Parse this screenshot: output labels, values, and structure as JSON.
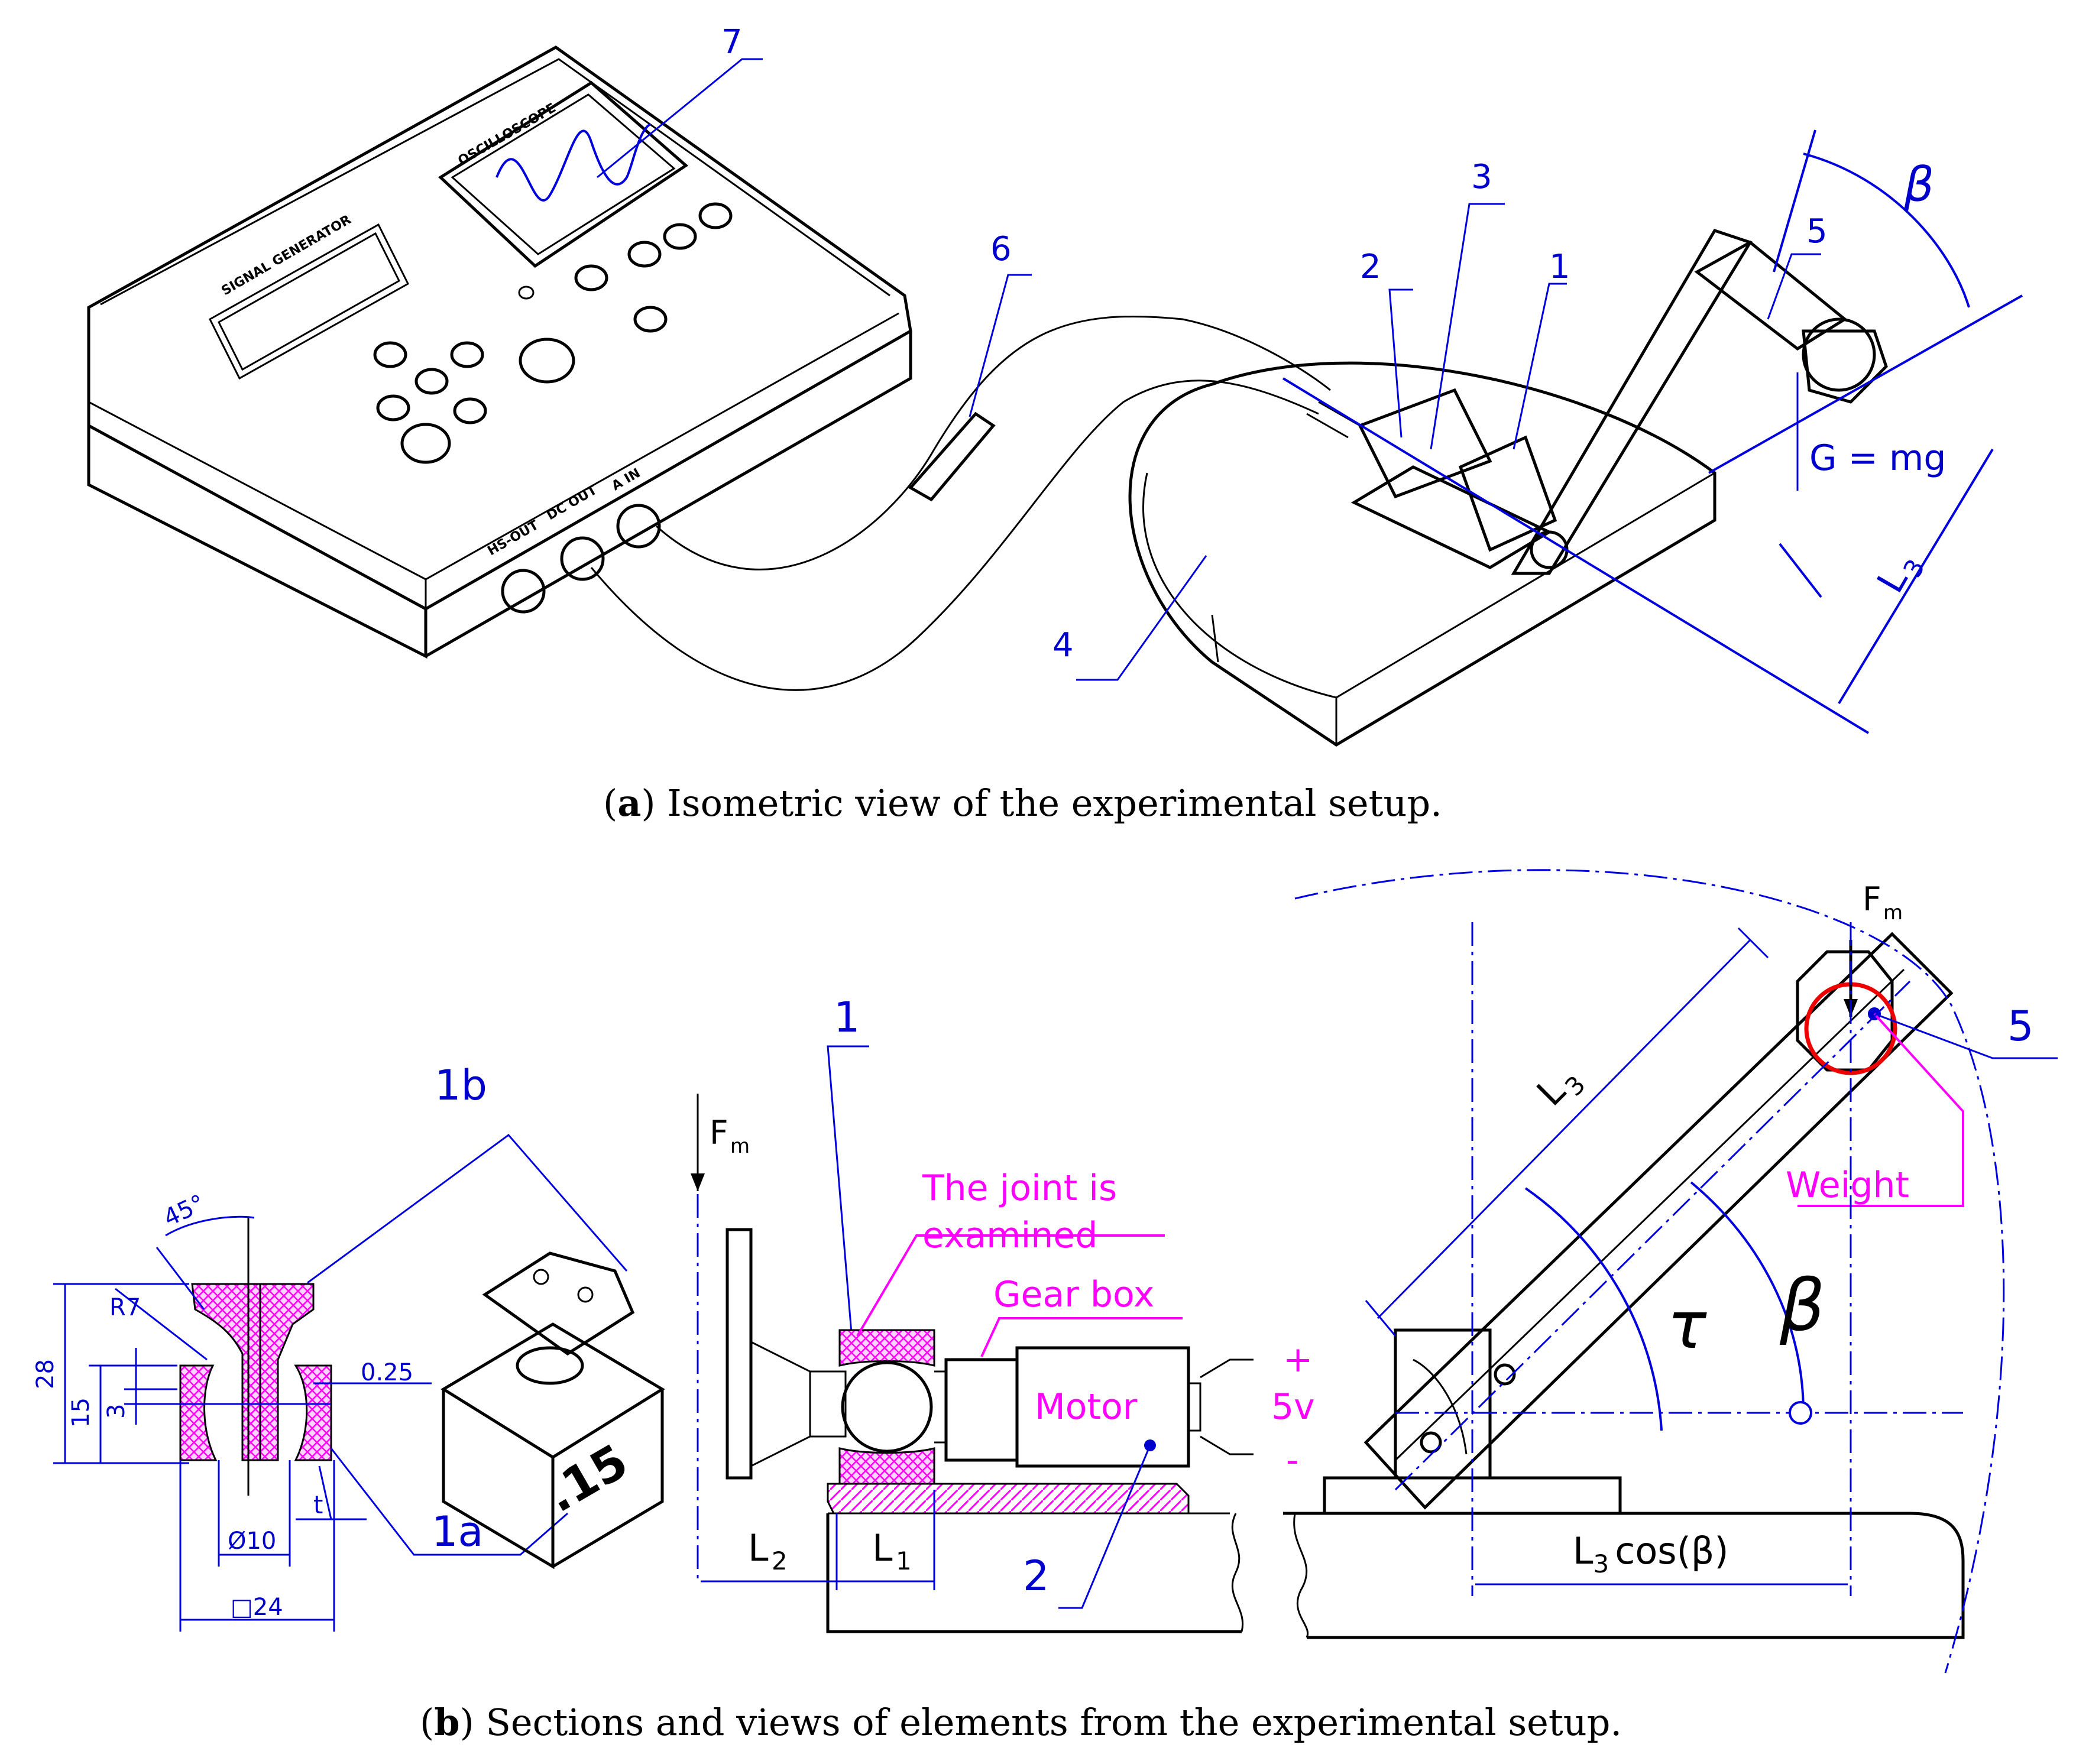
{
  "captions": {
    "a_letter": "a",
    "a_text": ") Isometric view of the experimental setup.",
    "b_letter": "b",
    "b_text": ") Sections and views of elements from the experimental setup."
  },
  "panel_a": {
    "labels": [
      "1",
      "2",
      "3",
      "4",
      "5",
      "6",
      "7"
    ],
    "beta": "β",
    "weight_eq": "G = mg",
    "l3_main": "L",
    "l3_sub": "3",
    "panel_texts": {
      "oscilloscope": "OSCILLOSCOPE",
      "signal_generator": "SIGNAL GENERATOR",
      "hs_out": "HS-OUT",
      "dc_out": "DC OUT",
      "a_in": "A IN"
    }
  },
  "panel_b": {
    "part_labels": {
      "l1": "1",
      "l1a": "1a",
      "l1b": "1b",
      "l2": "2",
      "l5": "5"
    },
    "dims": {
      "d28": "28",
      "d15": "15",
      "d3": "3",
      "r7": "R7",
      "a45": "45°",
      "d025": "0.25",
      "t": "t",
      "dia10": "Ø10",
      "sq24": "□24"
    },
    "block_mark": ".15",
    "force_main": "F",
    "force_sub": "m",
    "joint_line1": "The joint is",
    "joint_line2": "examined",
    "gear_box": "Gear box",
    "motor": "Motor",
    "plus": "+",
    "volt": "5v",
    "minus": "-",
    "l2_main": "L",
    "l2_sub": "2",
    "l1_main": "L",
    "l1_sub": "1",
    "l3_main": "L",
    "l3_sub": "3",
    "l3cos_main": "L",
    "l3cos_sub": "3",
    "l3cos_rest": "cos(β)",
    "tau": "τ",
    "beta": "β",
    "weight": "Weight"
  },
  "colors": {
    "annotation_blue": "#0000cc",
    "highlight_magenta": "#ff00ff",
    "ball_red": "#ee0000"
  }
}
